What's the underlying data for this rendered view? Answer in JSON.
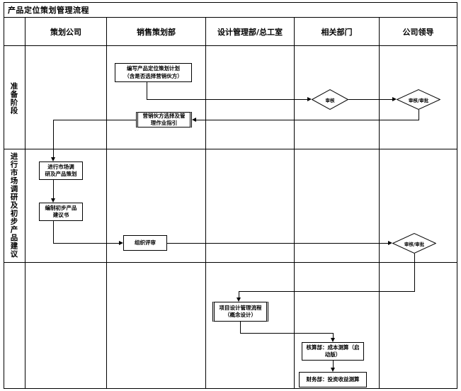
{
  "title": "产品定位策划管理流程",
  "columns": [
    {
      "label": "",
      "name": "stage-col"
    },
    {
      "label": "策划公司",
      "name": "col-planning-company"
    },
    {
      "label": "销售策划部",
      "name": "col-sales-planning-dept"
    },
    {
      "label": "设计管理部/总工室",
      "name": "col-design-mgmt-dept"
    },
    {
      "label": "相关部门",
      "name": "col-related-dept"
    },
    {
      "label": "公司领导",
      "name": "col-company-leader"
    }
  ],
  "lanes": [
    {
      "label": "准备阶段",
      "name": "lane-preparation"
    },
    {
      "label": "进行市场调研及初步产品建议",
      "name": "lane-market-research"
    },
    {
      "label": "",
      "name": "lane-third"
    }
  ],
  "nodes": {
    "write_plan": "编写产品定位策划计划\n（含是否选择营销伙方）",
    "partner_guide": "营销伙方选择及管\n理作业指引",
    "market_research": "进行市场调\n研及产品策划",
    "draft_proposal": "编制初步产品\n建议书",
    "organize_review": "组织评审",
    "design_flow": "项目设计管理流程\n（概念设计）",
    "cost_estimate": "核算部：成本测算（启\n动版）",
    "finance_estimate": "财务部：投资收益测算"
  },
  "decisions": {
    "review1": "审核",
    "approve1": "审核/审批",
    "approve2": "审核/审批"
  },
  "colors": {
    "line": "#000000",
    "background": "#ffffff",
    "text": "#000000"
  }
}
